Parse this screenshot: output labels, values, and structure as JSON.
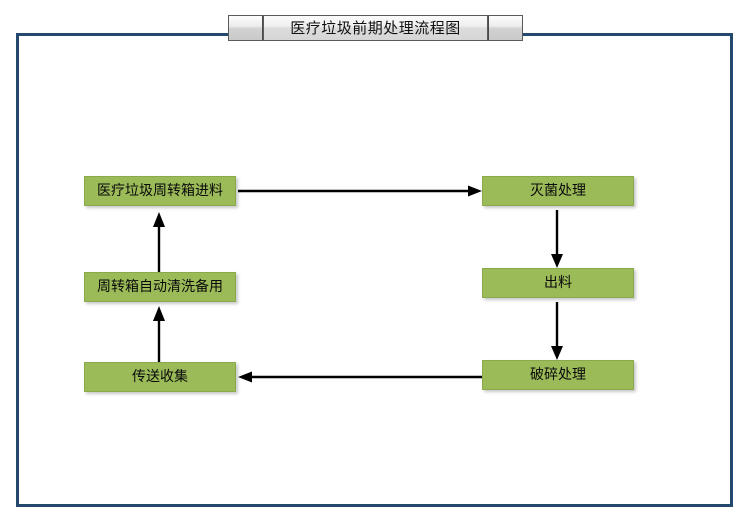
{
  "page": {
    "title": "医疗垃圾前期处理流程图",
    "background_color": "#ffffff",
    "frame_color": "#234A6E",
    "box_fill_color": "#9BBB59",
    "arrow_color": "#000000"
  },
  "titlebar": {
    "title": "医疗垃圾前期处理流程图",
    "left_cap": "",
    "right_cap": ""
  },
  "diagram": {
    "nodes": [
      {
        "id": "intake",
        "label": "医疗垃圾周转箱进料",
        "column": "left",
        "row": 1
      },
      {
        "id": "wash",
        "label": "周转箱自动清洗备用",
        "column": "left",
        "row": 2
      },
      {
        "id": "collect",
        "label": "传送收集",
        "column": "left",
        "row": 3
      },
      {
        "id": "sterilize",
        "label": "灭菌处理",
        "column": "right",
        "row": 1
      },
      {
        "id": "discharge",
        "label": "出料",
        "column": "right",
        "row": 2
      },
      {
        "id": "crush",
        "label": "破碎处理",
        "column": "right",
        "row": 3
      }
    ],
    "edges": [
      {
        "from": "intake",
        "to": "sterilize",
        "direction": "right"
      },
      {
        "from": "sterilize",
        "to": "discharge",
        "direction": "down"
      },
      {
        "from": "discharge",
        "to": "crush",
        "direction": "down"
      },
      {
        "from": "crush",
        "to": "collect",
        "direction": "left"
      },
      {
        "from": "collect",
        "to": "wash",
        "direction": "up"
      },
      {
        "from": "wash",
        "to": "intake",
        "direction": "up"
      }
    ]
  }
}
